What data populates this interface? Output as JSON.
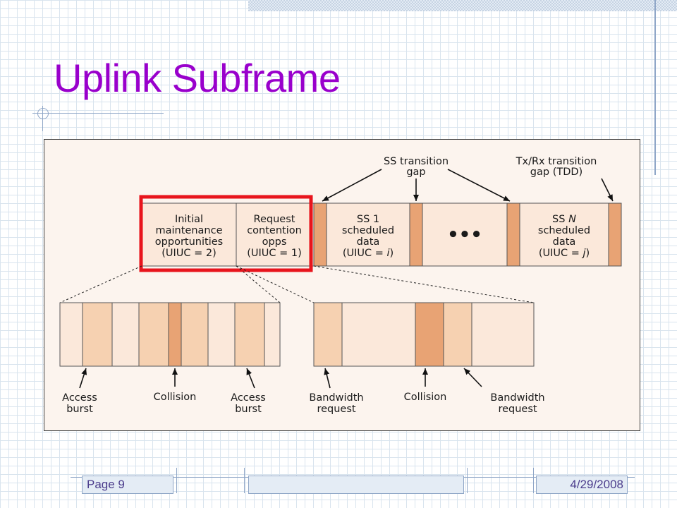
{
  "slide": {
    "title": "Uplink Subframe",
    "page_label": "Page 9",
    "date": "4/29/2008"
  },
  "diagram": {
    "labels": {
      "ss_transition_line1": "SS transition",
      "ss_transition_line2": "gap",
      "txrx_line1": "Tx/Rx transition",
      "txrx_line2": "gap (TDD)",
      "initial_1": "Initial",
      "initial_2": "maintenance",
      "initial_3": "opportunities",
      "initial_4": "(UIUC = 2)",
      "request_1": "Request",
      "request_2": "contention",
      "request_3": "opps",
      "request_4": "(UIUC = 1)",
      "ss1_1": "SS 1",
      "ss1_2": "scheduled",
      "ss1_3": "data",
      "ss1_4_prefix": "(UIUC = ",
      "ss1_4_var": "i",
      "ss1_4_suffix": ")",
      "ellipsis": "•••",
      "ssn_1_prefix": "SS ",
      "ssn_1_var": "N",
      "ssn_2": "scheduled",
      "ssn_3": "data",
      "ssn_4_prefix": "(UIUC = ",
      "ssn_4_var": "j",
      "ssn_4_suffix": ")",
      "access_burst_a_1": "Access",
      "access_burst_a_2": "burst",
      "collision_a": "Collision",
      "access_burst_b_1": "Access",
      "access_burst_b_2": "burst",
      "bandwidth_request_a_1": "Bandwidth",
      "bandwidth_request_a_2": "request",
      "collision_b": "Collision",
      "bandwidth_request_b_1": "Bandwidth",
      "bandwidth_request_b_2": "request"
    },
    "colors": {
      "light_slot": "#fbe8da",
      "mid_slot": "#f6d1b1",
      "dark_slot": "#e8a374",
      "highlight": "#e8141c"
    }
  }
}
